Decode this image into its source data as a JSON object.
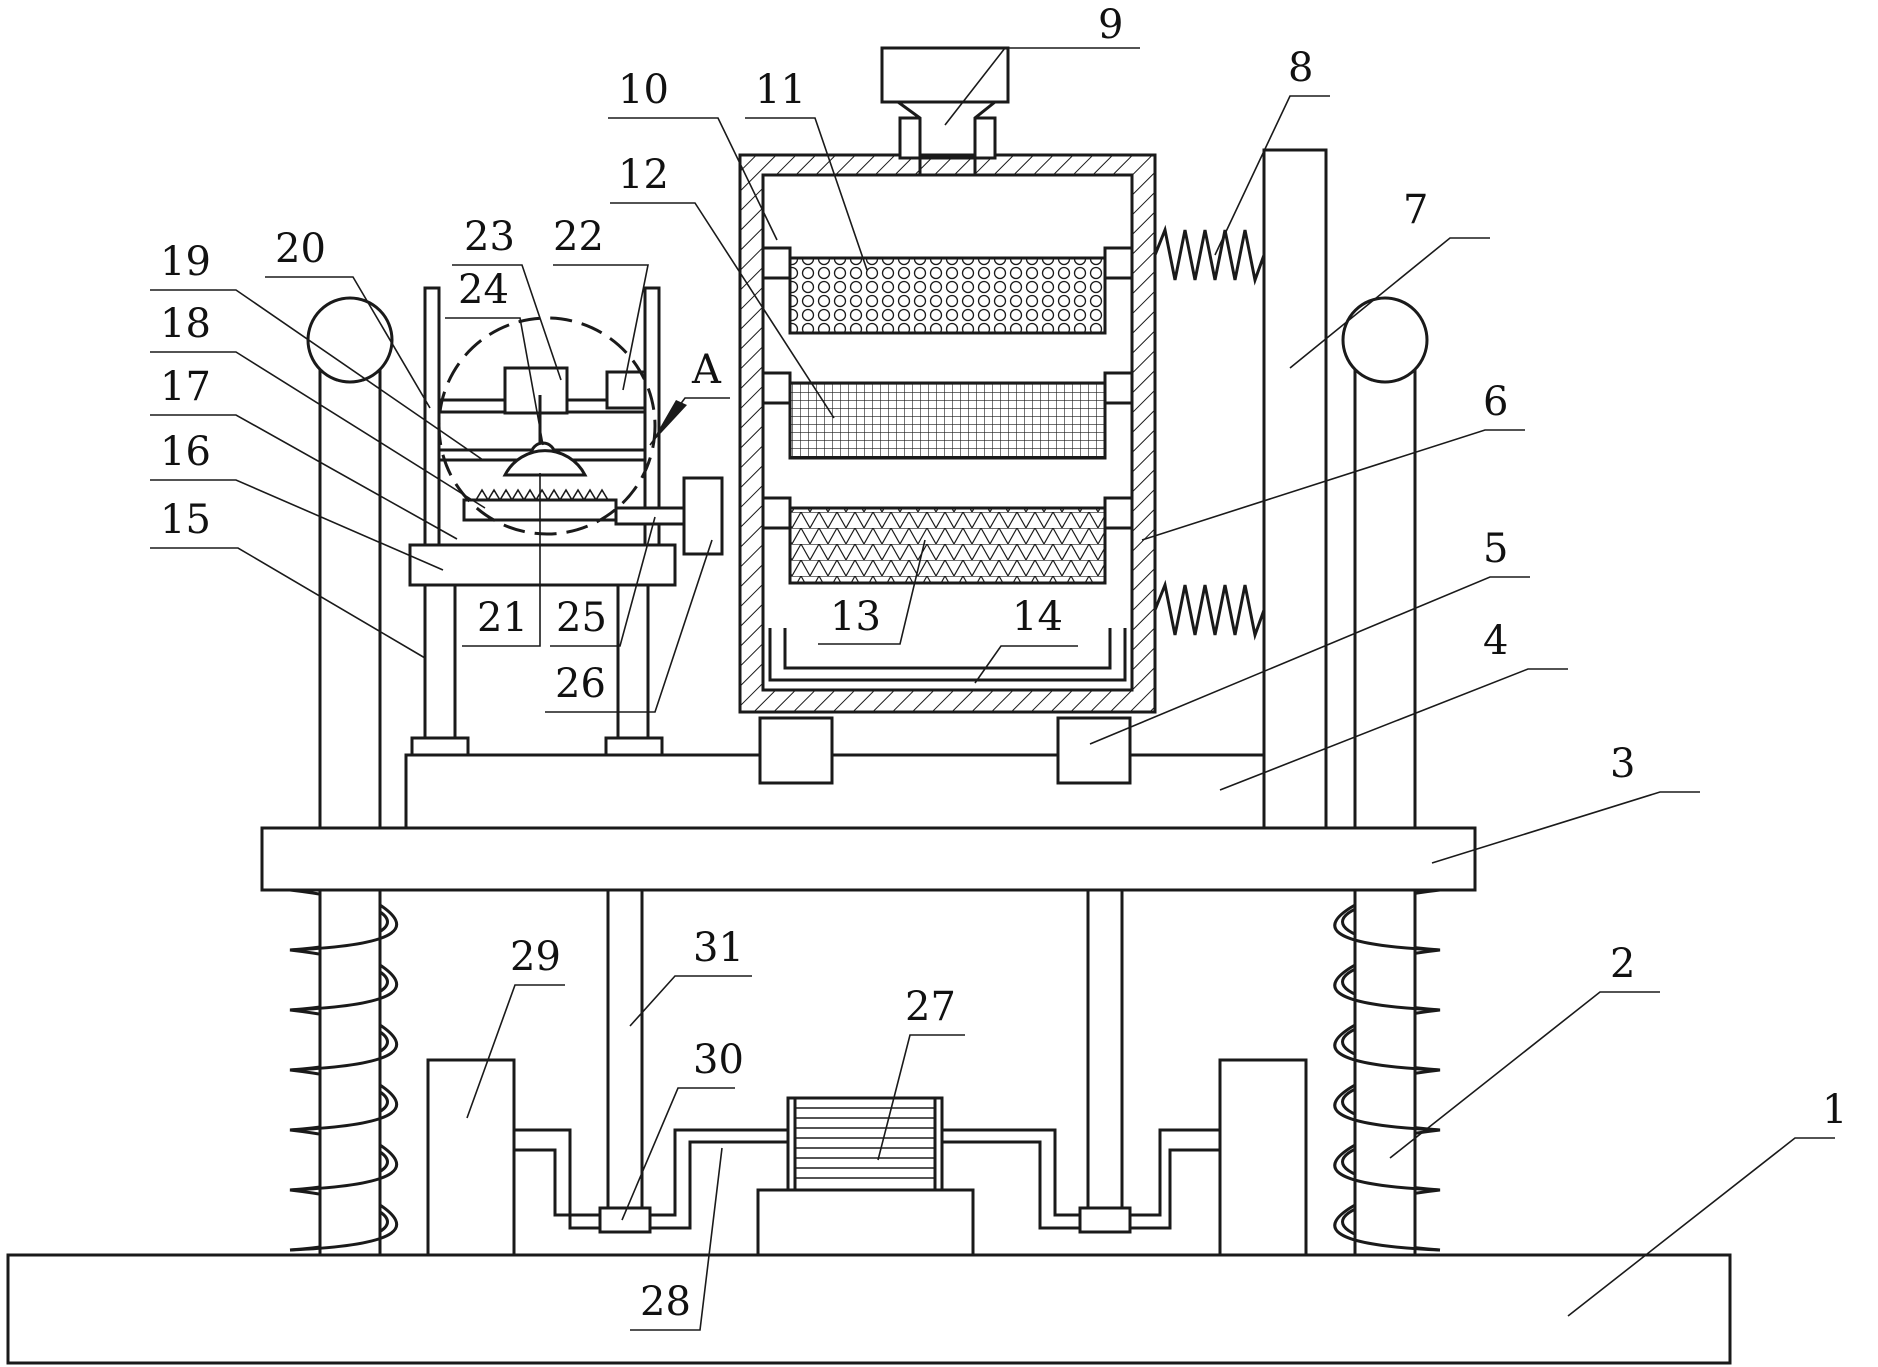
{
  "diagram": {
    "callouts": [
      {
        "id": "c1",
        "text": "1"
      },
      {
        "id": "c2",
        "text": "2"
      },
      {
        "id": "c3",
        "text": "3"
      },
      {
        "id": "c4",
        "text": "4"
      },
      {
        "id": "c5",
        "text": "5"
      },
      {
        "id": "c6",
        "text": "6"
      },
      {
        "id": "c7",
        "text": "7"
      },
      {
        "id": "c8",
        "text": "8"
      },
      {
        "id": "c9",
        "text": "9"
      },
      {
        "id": "c10",
        "text": "10"
      },
      {
        "id": "c11",
        "text": "11"
      },
      {
        "id": "c12",
        "text": "12"
      },
      {
        "id": "c13",
        "text": "13"
      },
      {
        "id": "c14",
        "text": "14"
      },
      {
        "id": "c15",
        "text": "15"
      },
      {
        "id": "c16",
        "text": "16"
      },
      {
        "id": "c17",
        "text": "17"
      },
      {
        "id": "c18",
        "text": "18"
      },
      {
        "id": "c19",
        "text": "19"
      },
      {
        "id": "c20",
        "text": "20"
      },
      {
        "id": "c21",
        "text": "21"
      },
      {
        "id": "c22",
        "text": "22"
      },
      {
        "id": "c23",
        "text": "23"
      },
      {
        "id": "c24",
        "text": "24"
      },
      {
        "id": "c25",
        "text": "25"
      },
      {
        "id": "c26",
        "text": "26"
      },
      {
        "id": "c27",
        "text": "27"
      },
      {
        "id": "c28",
        "text": "28"
      },
      {
        "id": "c29",
        "text": "29"
      },
      {
        "id": "c30",
        "text": "30"
      },
      {
        "id": "c31",
        "text": "31"
      },
      {
        "id": "cA",
        "text": "A"
      }
    ],
    "colors": {
      "line": "#1a1a1a",
      "paper": "#ffffff"
    }
  }
}
